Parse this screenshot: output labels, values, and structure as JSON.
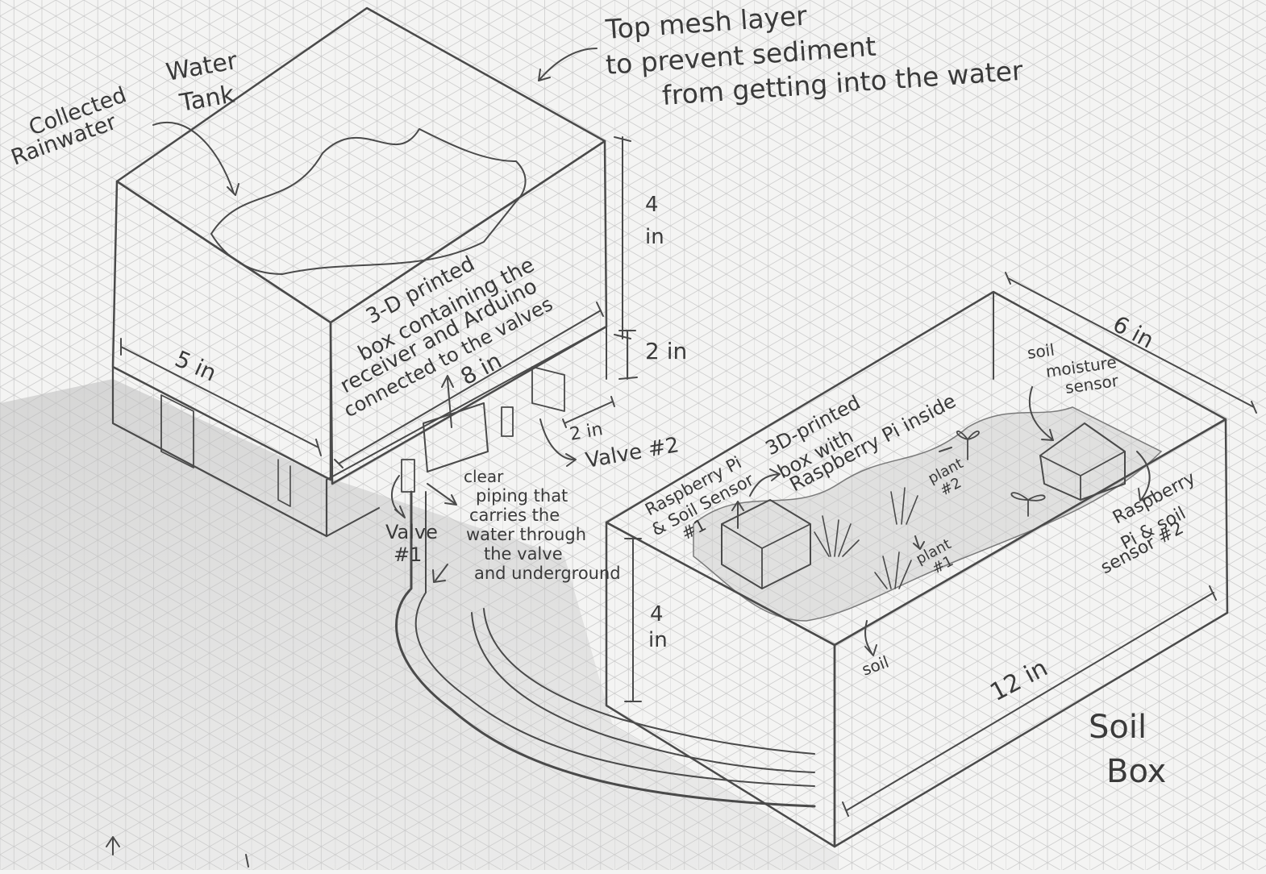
{
  "colors": {
    "paper": "#f4f4f3",
    "grid": "#c9c9c9",
    "pencil": "#4a4a4a",
    "shade": "#a9a9a9"
  },
  "labels": {
    "collected_line1": "Collected",
    "collected_line2": "Rainwater",
    "tank_line1": "Water",
    "tank_line2": "Tank",
    "mesh_line1": "Top mesh layer",
    "mesh_line2": "to prevent sediment",
    "mesh_line3": "from getting into the water",
    "tank_height": "4",
    "tank_height_unit": "in",
    "printed_box_line1": "3-D printed",
    "printed_box_line2": "box containing the",
    "printed_box_line3": "receiver and Arduino",
    "printed_box_line4": "connected to the valves",
    "tank_length": "8 in",
    "stand_height": "2 in",
    "stand_width": "2 in",
    "tank_width": "5 in",
    "valve2": "Valve #2",
    "valve1_line1": "Valve",
    "valve1_line2": "#1",
    "piping_line1": "clear",
    "piping_line2": "piping that",
    "piping_line3": "carries the",
    "piping_line4": "water through",
    "piping_line5": "the valve",
    "piping_line6": "and underground",
    "rpi1_line1": "Raspberry Pi",
    "rpi1_line2": "& Soil Sensor",
    "rpi1_line3": "#1",
    "rpi_box_line1": "3D-printed",
    "rpi_box_line2": "box with",
    "rpi_box_line3": "Raspberry Pi inside",
    "soil_moisture_line1": "soil",
    "soil_moisture_line2": "moisture",
    "soil_moisture_line3": "sensor",
    "soilbox_width": "6 in",
    "plant2_line1": "plant",
    "plant2_line2": "#2",
    "plant1_line1": "plant",
    "plant1_line2": "#1",
    "rpi2_line1": "Raspberry",
    "rpi2_line2": "Pi & soil",
    "rpi2_line3": "sensor #2",
    "soilbox_height": "4",
    "soilbox_height_unit": "in",
    "soil": "soil",
    "soilbox_length": "12 in",
    "soilbox_title_line1": "Soil",
    "soilbox_title_line2": "Box"
  }
}
